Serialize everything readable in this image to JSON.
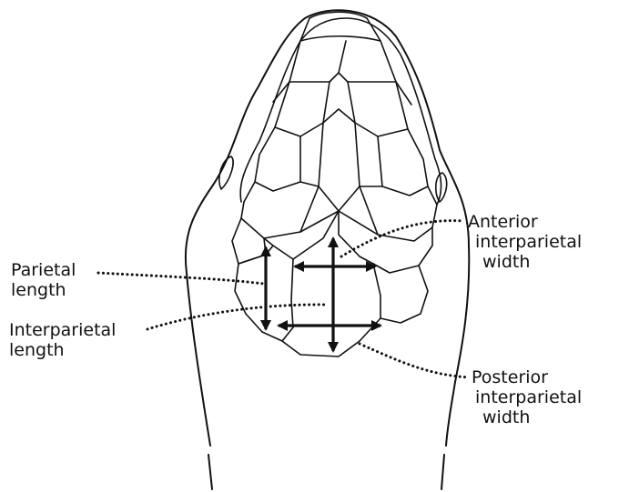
{
  "labels": {
    "parietal_length": [
      "Parietal",
      "length"
    ],
    "interparietal_length": [
      "Interparietal",
      "length"
    ],
    "anterior_interparietal_width": [
      "Anterior",
      "interparietal",
      "width"
    ],
    "posterior_interparietal_width": [
      "Posterior",
      "interparietal",
      "width"
    ]
  },
  "colors": {
    "ink": "#111111",
    "background": "#ffffff"
  }
}
